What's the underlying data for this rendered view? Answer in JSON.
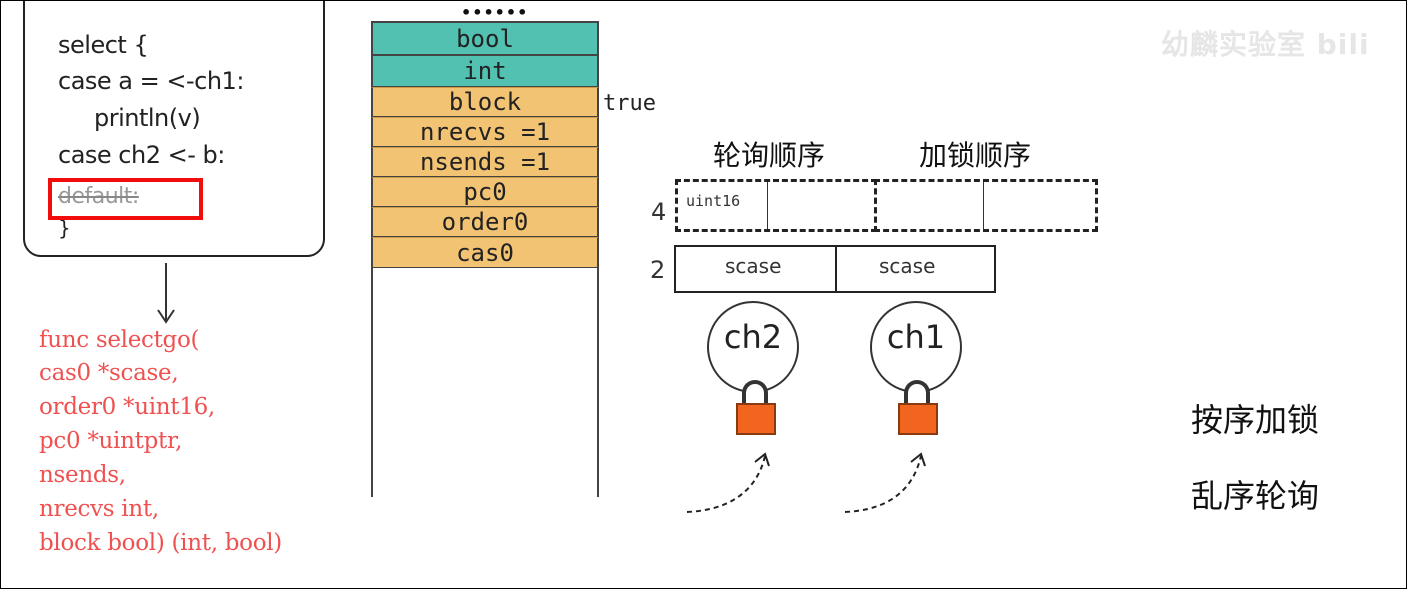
{
  "code_block": {
    "lines": [
      "select {",
      "case a = <-ch1:",
      "println(v)",
      "case ch2 <- b:",
      "default:",
      "}"
    ]
  },
  "func_signature": {
    "lines": [
      "func selectgo(",
      "cas0 *scase,",
      "order0 *uint16,",
      "pc0 *uintptr,",
      "nsends,",
      "nrecvs int,",
      "block bool) (int, bool)"
    ]
  },
  "stack": {
    "top_marker": "••••••",
    "cells": [
      "bool",
      "int",
      "block",
      "nrecvs =1",
      "nsends =1",
      "pc0",
      "order0",
      "cas0"
    ],
    "block_value": "true"
  },
  "arrays": {
    "heading_poll": "轮询顺序",
    "heading_lock": "加锁顺序",
    "order_size": "4",
    "order_type": "uint16",
    "scase_size": "2",
    "scase_labels": [
      "scase",
      "scase"
    ]
  },
  "channels": [
    "ch2",
    "ch1"
  ],
  "notes": [
    "按序加锁",
    "乱序轮询"
  ],
  "colors": {
    "teal": "#52c1b2",
    "orange_cell": "#f3c374",
    "lock": "#f2651f",
    "highlight_red": "#f20d0d",
    "func_red": "#ef5151"
  },
  "watermark": "幼麟实验室 bili"
}
